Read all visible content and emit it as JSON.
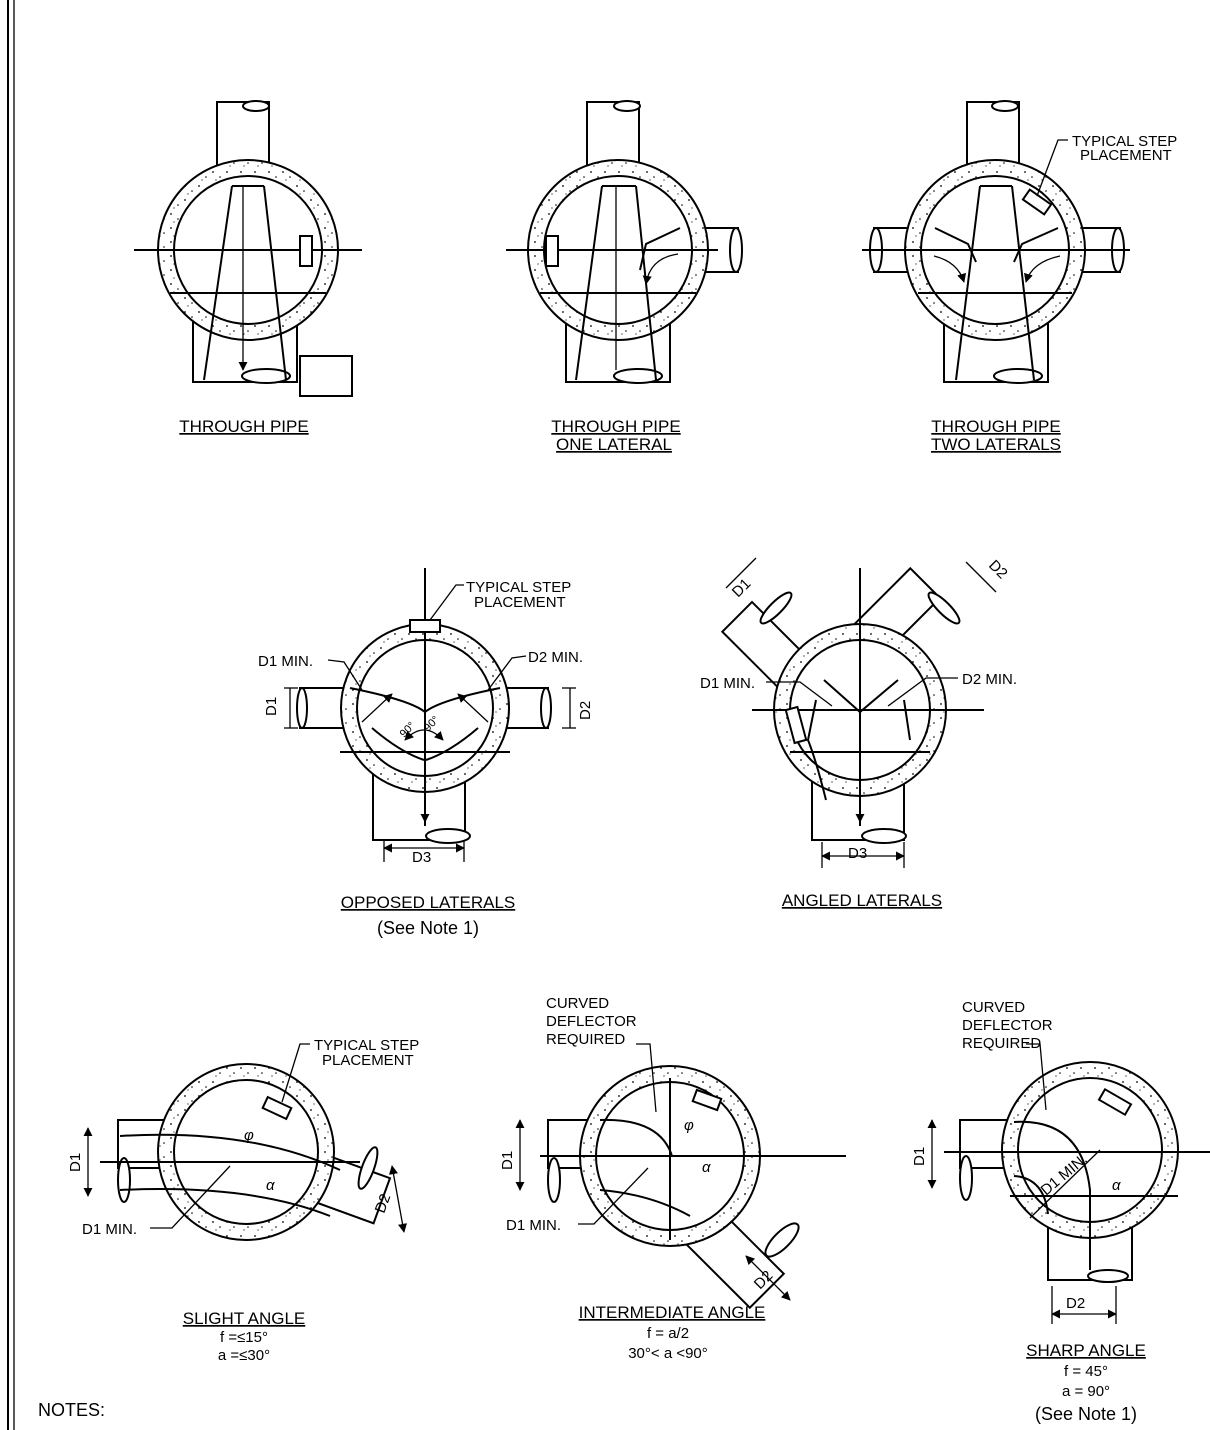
{
  "colors": {
    "ink": "#000000",
    "paper": "#ffffff"
  },
  "details": {
    "through_pipe": {
      "caption": "THROUGH PIPE"
    },
    "one_lateral": {
      "caption_1": "THROUGH PIPE",
      "caption_2": "ONE LATERAL"
    },
    "two_laterals": {
      "caption_1": "THROUGH PIPE",
      "caption_2": "TWO LATERALS",
      "step_1": "TYPICAL STEP",
      "step_2": "PLACEMENT"
    },
    "opposed": {
      "caption": "OPPOSED LATERALS",
      "note": "(See Note 1)",
      "step_1": "TYPICAL STEP",
      "step_2": "PLACEMENT",
      "d1_min": "D1 MIN.",
      "d2_min": "D2 MIN.",
      "d1": "D1",
      "d2": "D2",
      "d3": "D3",
      "angle_left": "90°",
      "angle_right": "90°"
    },
    "angled": {
      "caption": "ANGLED LATERALS",
      "d1_min": "D1 MIN.",
      "d2_min": "D2 MIN.",
      "d1": "D1",
      "d2": "D2",
      "d3": "D3"
    },
    "slight": {
      "caption": "SLIGHT ANGLE",
      "eq_1": "f =≤15°",
      "eq_2": "a =≤30°",
      "step_1": "TYPICAL STEP",
      "step_2": "PLACEMENT",
      "d1_min": "D1 MIN.",
      "d1": "D1",
      "d2": "D2",
      "phi": "φ",
      "alpha": "α"
    },
    "intermediate": {
      "caption": "INTERMEDIATE ANGLE",
      "eq_1": "f = a/2",
      "eq_2": "30°< a <90°",
      "deflector_1": "CURVED",
      "deflector_2": "DEFLECTOR",
      "deflector_3": "REQUIRED",
      "d1_min": "D1 MIN.",
      "d1": "D1",
      "d2": "D2",
      "phi": "φ",
      "alpha": "α"
    },
    "sharp": {
      "caption": "SHARP ANGLE",
      "eq_1": "f = 45°",
      "eq_2": "a = 90°",
      "note": "(See Note 1)",
      "deflector_1": "CURVED",
      "deflector_2": "DEFLECTOR",
      "deflector_3": "REQUIRED",
      "d1_min": "D1 MIN.",
      "d1": "D1",
      "d2": "D2",
      "alpha": "α"
    }
  },
  "notes": {
    "heading": "NOTES:"
  }
}
